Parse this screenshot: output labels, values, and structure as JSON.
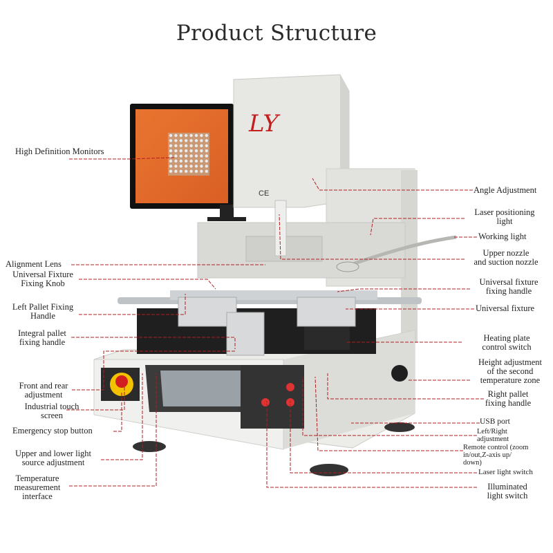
{
  "title": "Product Structure",
  "brand_logo": "LY",
  "ce_mark": "CE",
  "colors": {
    "leader_line": "#b01e1e",
    "machine_body": "#e6e6e3",
    "machine_shadow": "#c9c9c6",
    "monitor_screen": "#e46a2a",
    "pallet_black": "#1f1f1f",
    "estop_yellow": "#f2c200",
    "estop_red": "#d21f1f"
  },
  "left_labels": {
    "high_definition_monitors": "High Definition Monitors",
    "alignment_lens": "Alignment Lens",
    "universal_fixture_knob": "Universal Fixture\nFixing Knob",
    "left_pallet_handle": "Left Pallet Fixing\nHandle",
    "integral_pallet_handle": "Integral pallet\nfixing handle",
    "front_rear_adjustment": "Front and rear\nadjustment",
    "industrial_touch_screen": "Industrial touch\nscreen",
    "emergency_stop": "Emergency stop button",
    "light_source_adjustment": "Upper and lower light\nsource adjustment",
    "temperature_interface": "Temperature\nmeasurement\ninterface"
  },
  "right_labels": {
    "angle_adjustment": "Angle Adjustment",
    "laser_positioning_light": "Laser positioning\nlight",
    "working_light": "Working light",
    "upper_nozzle": "Upper nozzle\nand suction nozzle",
    "universal_fixture_handle": "Universal fixture\nfixing handle",
    "universal_fixture": "Universal fixture",
    "heating_plate_switch": "Heating plate\ncontrol switch",
    "height_adjustment": "Height adjustment\nof the second\ntemperature zone",
    "right_pallet_handle": "Right pallet\nfixing handle",
    "usb_port": "USB port",
    "left_right_adjustment": "Left/Right\nadjustment",
    "remote_control": "Remote control (zoom\nin/out,Z-axis up/\ndown)",
    "laser_light_switch": "Laser light switch",
    "illuminated_light_switch": "Illuminated\nlight switch"
  }
}
